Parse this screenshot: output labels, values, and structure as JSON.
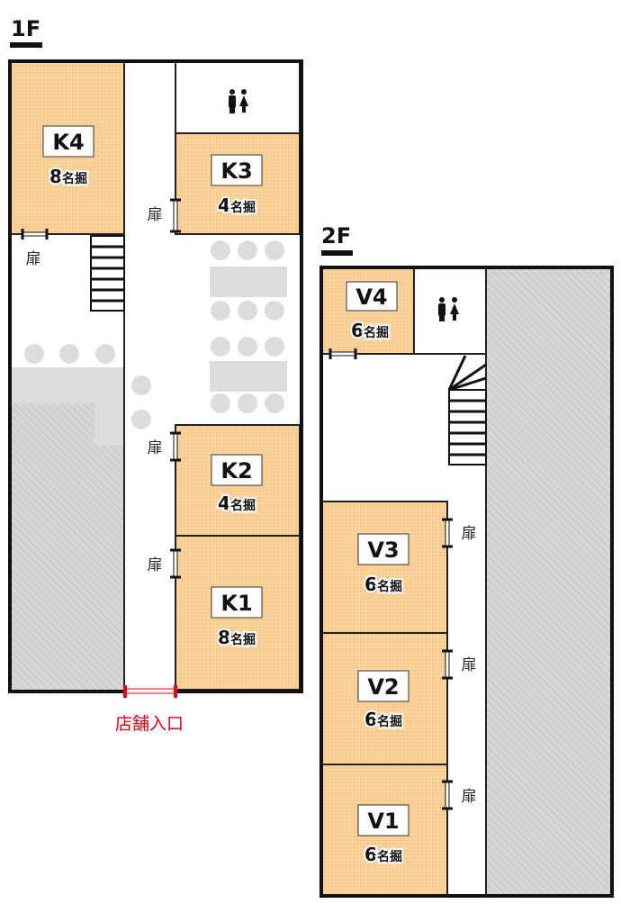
{
  "floors": [
    {
      "label": "1F",
      "rooms": [
        {
          "code": "K4",
          "capacity": "8",
          "unit": "名掘"
        },
        {
          "code": "K3",
          "capacity": "4",
          "unit": "名掘"
        },
        {
          "code": "K2",
          "capacity": "4",
          "unit": "名掘"
        },
        {
          "code": "K1",
          "capacity": "8",
          "unit": "名掘"
        }
      ]
    },
    {
      "label": "2F",
      "rooms": [
        {
          "code": "V4",
          "capacity": "6",
          "unit": "名掘"
        },
        {
          "code": "V3",
          "capacity": "6",
          "unit": "名掘"
        },
        {
          "code": "V2",
          "capacity": "6",
          "unit": "名掘"
        },
        {
          "code": "V1",
          "capacity": "6",
          "unit": "名掘"
        }
      ]
    }
  ],
  "door_label": "扉",
  "entrance_label": "店舗入口",
  "colors": {
    "room": "#f8d29a",
    "entrance": "#e60012",
    "furniture": "#dcdcdc"
  }
}
